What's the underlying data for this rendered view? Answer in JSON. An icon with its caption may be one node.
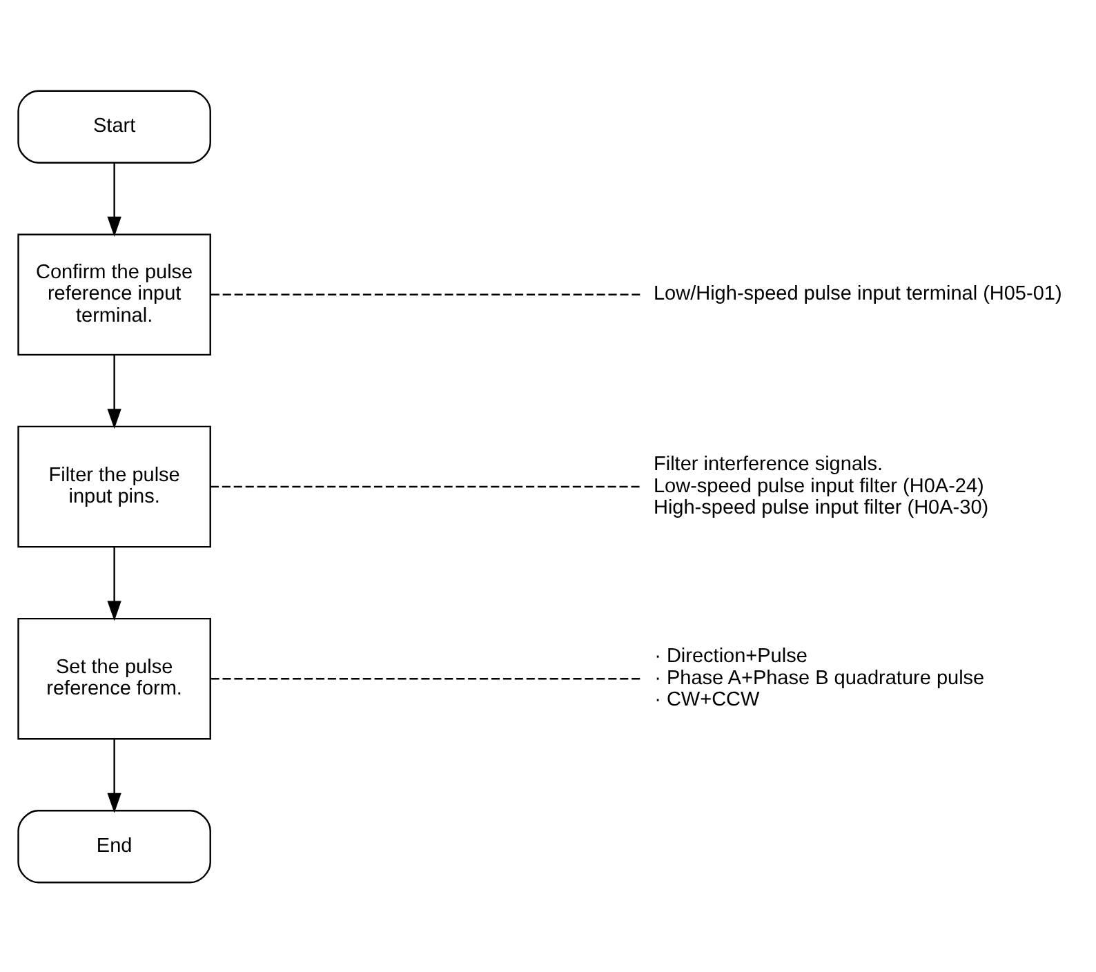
{
  "diagram": {
    "nodes": [
      {
        "text": [
          "Start"
        ]
      },
      {
        "text": [
          "Confirm the pulse reference input terminal."
        ]
      },
      {
        "text": [
          "Filter the pulse input pins."
        ]
      },
      {
        "text": [
          "Set the pulse reference form."
        ]
      },
      {
        "text": [
          "End"
        ]
      },
      {
        "text": [
          "Low/High-speed pulse input terminal (H05-01)"
        ]
      },
      {
        "text": [
          "Filter interference signals.",
          "Low-speed pulse input filter (H0A-24)",
          "High-speed pulse input filter (H0A-30)"
        ]
      },
      {
        "text": [
          "· Direction+Pulse",
          "· Phase A+Phase B quadrature pulse",
          "· CW+CCW"
        ]
      }
    ],
    "edges": [
      {
        "from": 0,
        "to": 1,
        "arrow": "to"
      },
      {
        "from": 1,
        "to": 2,
        "arrow": "to"
      },
      {
        "from": 2,
        "to": 3,
        "arrow": "to"
      },
      {
        "from": 3,
        "to": 4,
        "arrow": "to"
      },
      {
        "from": 1,
        "to": 5,
        "arrow": "none",
        "style": "dashed"
      },
      {
        "from": 2,
        "to": 6,
        "arrow": "none",
        "style": "dashed"
      },
      {
        "from": 3,
        "to": 7,
        "arrow": "none",
        "style": "dashed"
      }
    ]
  }
}
